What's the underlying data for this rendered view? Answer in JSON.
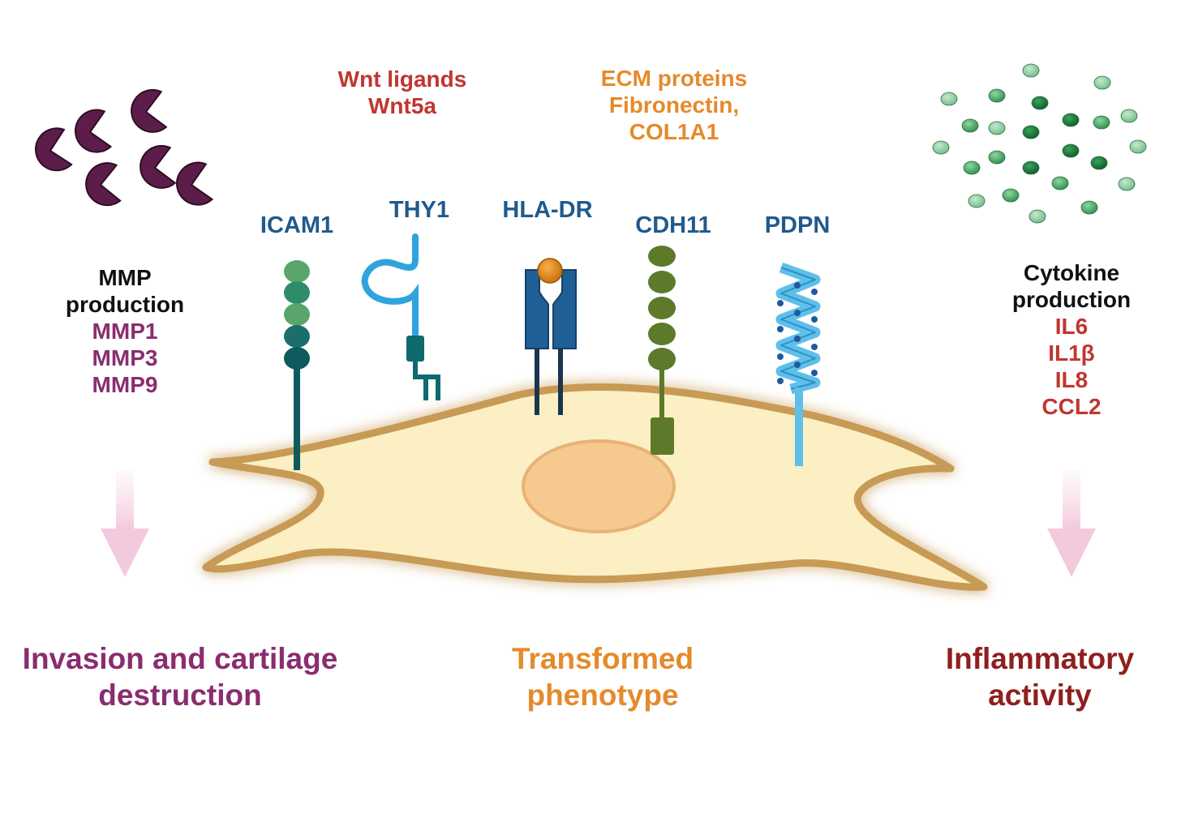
{
  "top": {
    "wnt": [
      "Wnt ligands",
      "Wnt5a"
    ],
    "ecm": [
      "ECM proteins",
      "Fibronectin,",
      "COL1A1"
    ]
  },
  "receptors": {
    "icam1": "ICAM1",
    "thy1": "THY1",
    "hladr": "HLA-DR",
    "cdh11": "CDH11",
    "pdpn": "PDPN"
  },
  "left": {
    "heading": [
      "MMP",
      "production"
    ],
    "items": [
      "MMP1",
      "MMP3",
      "MMP9"
    ],
    "outcome": [
      "Invasion and cartilage",
      "destruction"
    ]
  },
  "right": {
    "heading": [
      "Cytokine",
      "production"
    ],
    "items": [
      "IL6",
      "IL1β",
      "IL8",
      "CCL2"
    ],
    "outcome": [
      "Inflammatory",
      "activity"
    ]
  },
  "center": {
    "outcome": [
      "Transformed",
      "phenotype"
    ]
  },
  "colors": {
    "mmp_purple": "#8a2d6f",
    "cytokine_red": "#c0362f",
    "ecm_orange": "#e58a2b",
    "receptor_blue": "#1f5a8e",
    "outcome_dark_red": "#8f1f1f",
    "cell_fill": "#fbefc3",
    "cell_outline": "#c79a55"
  }
}
